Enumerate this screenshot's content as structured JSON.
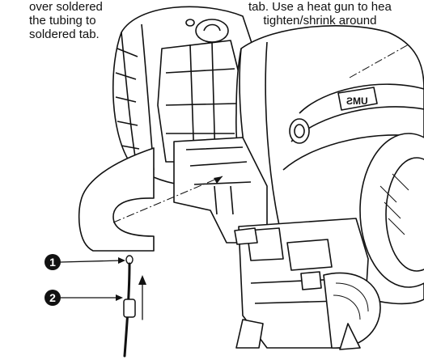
{
  "instructions_left": {
    "line1": "over soldered",
    "line2": "the tubing to",
    "line3": "soldered tab."
  },
  "instructions_right": {
    "line1": "tab. Use a heat gun to hea",
    "line2": "tighten/shrink around"
  },
  "callouts": {
    "first": "1",
    "second": "2"
  },
  "product_mark": "ƧMU",
  "colors": {
    "line": "#111111",
    "fill": "#ffffff",
    "callout_bg": "#111111"
  }
}
